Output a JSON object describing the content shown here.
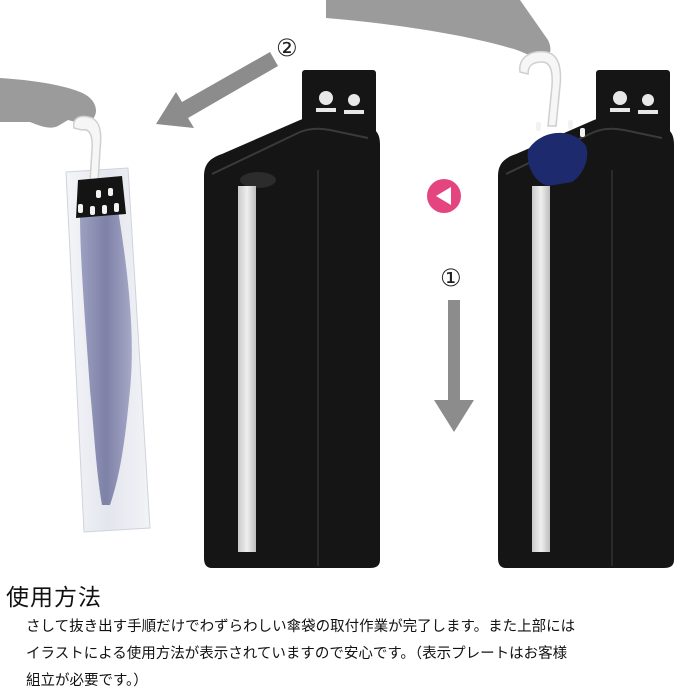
{
  "steps": {
    "step1": "①",
    "step2": "②"
  },
  "section": {
    "heading": "使用方法",
    "lines": [
      "さして抜き出す手順だけでわずらわしい傘袋の取付作業が完了します。また上部には",
      "イラストによる使用方法が表示されていますので安心です。（表示プレートはお客様",
      "組立が必要です。）"
    ]
  },
  "colors": {
    "unit_black": "#151515",
    "arrow_gray": "#8c8c8c",
    "hand_gray": "#9b9b9b",
    "play_pink": "#e5457f",
    "umbrella_navy": "#1e2a6e",
    "bag_white": "#eef0f4"
  },
  "icons": {
    "play_button": "pink-circle-left-triangle-icon",
    "down_arrow": "gray-down-arrow-icon",
    "left_arrow": "gray-diagonal-arrow-icon"
  }
}
